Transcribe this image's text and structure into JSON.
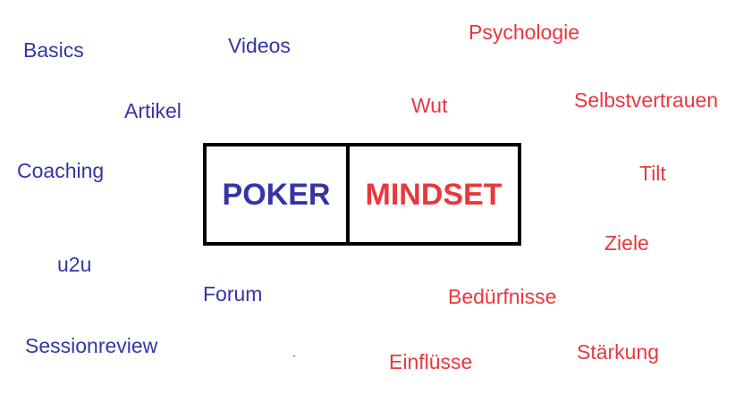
{
  "center": {
    "left_label": "POKER",
    "right_label": "MINDSET"
  },
  "poker_terms": {
    "basics": "Basics",
    "videos": "Videos",
    "artikel": "Artikel",
    "coaching": "Coaching",
    "u2u": "u2u",
    "forum": "Forum",
    "sessionreview": "Sessionreview"
  },
  "mindset_terms": {
    "psychologie": "Psychologie",
    "wut": "Wut",
    "selbstvertrauen": "Selbstvertrauen",
    "tilt": "Tilt",
    "ziele": "Ziele",
    "beduerfnisse": "Bedürfnisse",
    "einfluesse": "Einflüsse",
    "staerkung": "Stärkung"
  },
  "colors": {
    "poker": "#3535a6",
    "mindset": "#e8383d",
    "border": "#000000"
  }
}
